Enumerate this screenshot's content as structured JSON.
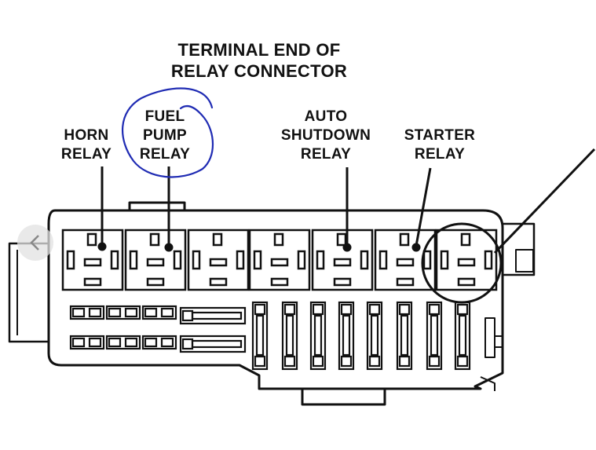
{
  "title": {
    "line1": "TERMINAL END OF",
    "line2": "RELAY CONNECTOR"
  },
  "labels": {
    "horn": {
      "line1": "HORN",
      "line2": "RELAY"
    },
    "fuel_pump": {
      "line1": "FUEL",
      "line2": "PUMP",
      "line3": "RELAY"
    },
    "auto_shutdown": {
      "line1": "AUTO",
      "line2": "SHUTDOWN",
      "line3": "RELAY"
    },
    "starter": {
      "line1": "STARTER",
      "line2": "RELAY"
    }
  },
  "colors": {
    "ink": "#111111",
    "annotation": "#1f2bb3",
    "background": "#ffffff"
  },
  "icons": {
    "nav": "chevron-left-icon"
  }
}
